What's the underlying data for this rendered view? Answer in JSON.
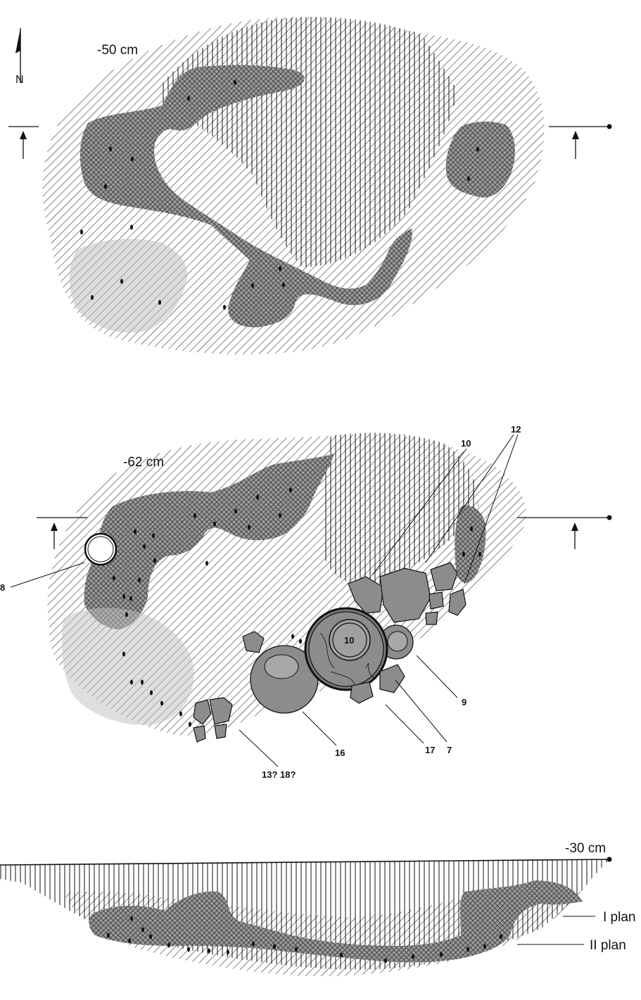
{
  "plan_upper": {
    "depth_label": "-50 cm",
    "north_label": "N"
  },
  "plan_lower": {
    "depth_label": "-62 cm",
    "finds": {
      "f10_top": "10",
      "f12": "12",
      "f8": "8",
      "f10_center": "10",
      "f9": "9",
      "f16": "16",
      "f17": "17",
      "f7": "7",
      "f13_18": "13? 18?"
    }
  },
  "section": {
    "depth_label": "-30 cm",
    "level_1_label": "I plan",
    "level_2_label": "II plan"
  },
  "colors": {
    "ink": "#111111",
    "grey_fill": "#8c8c8c",
    "crosshatch": "#6a6a6a"
  }
}
